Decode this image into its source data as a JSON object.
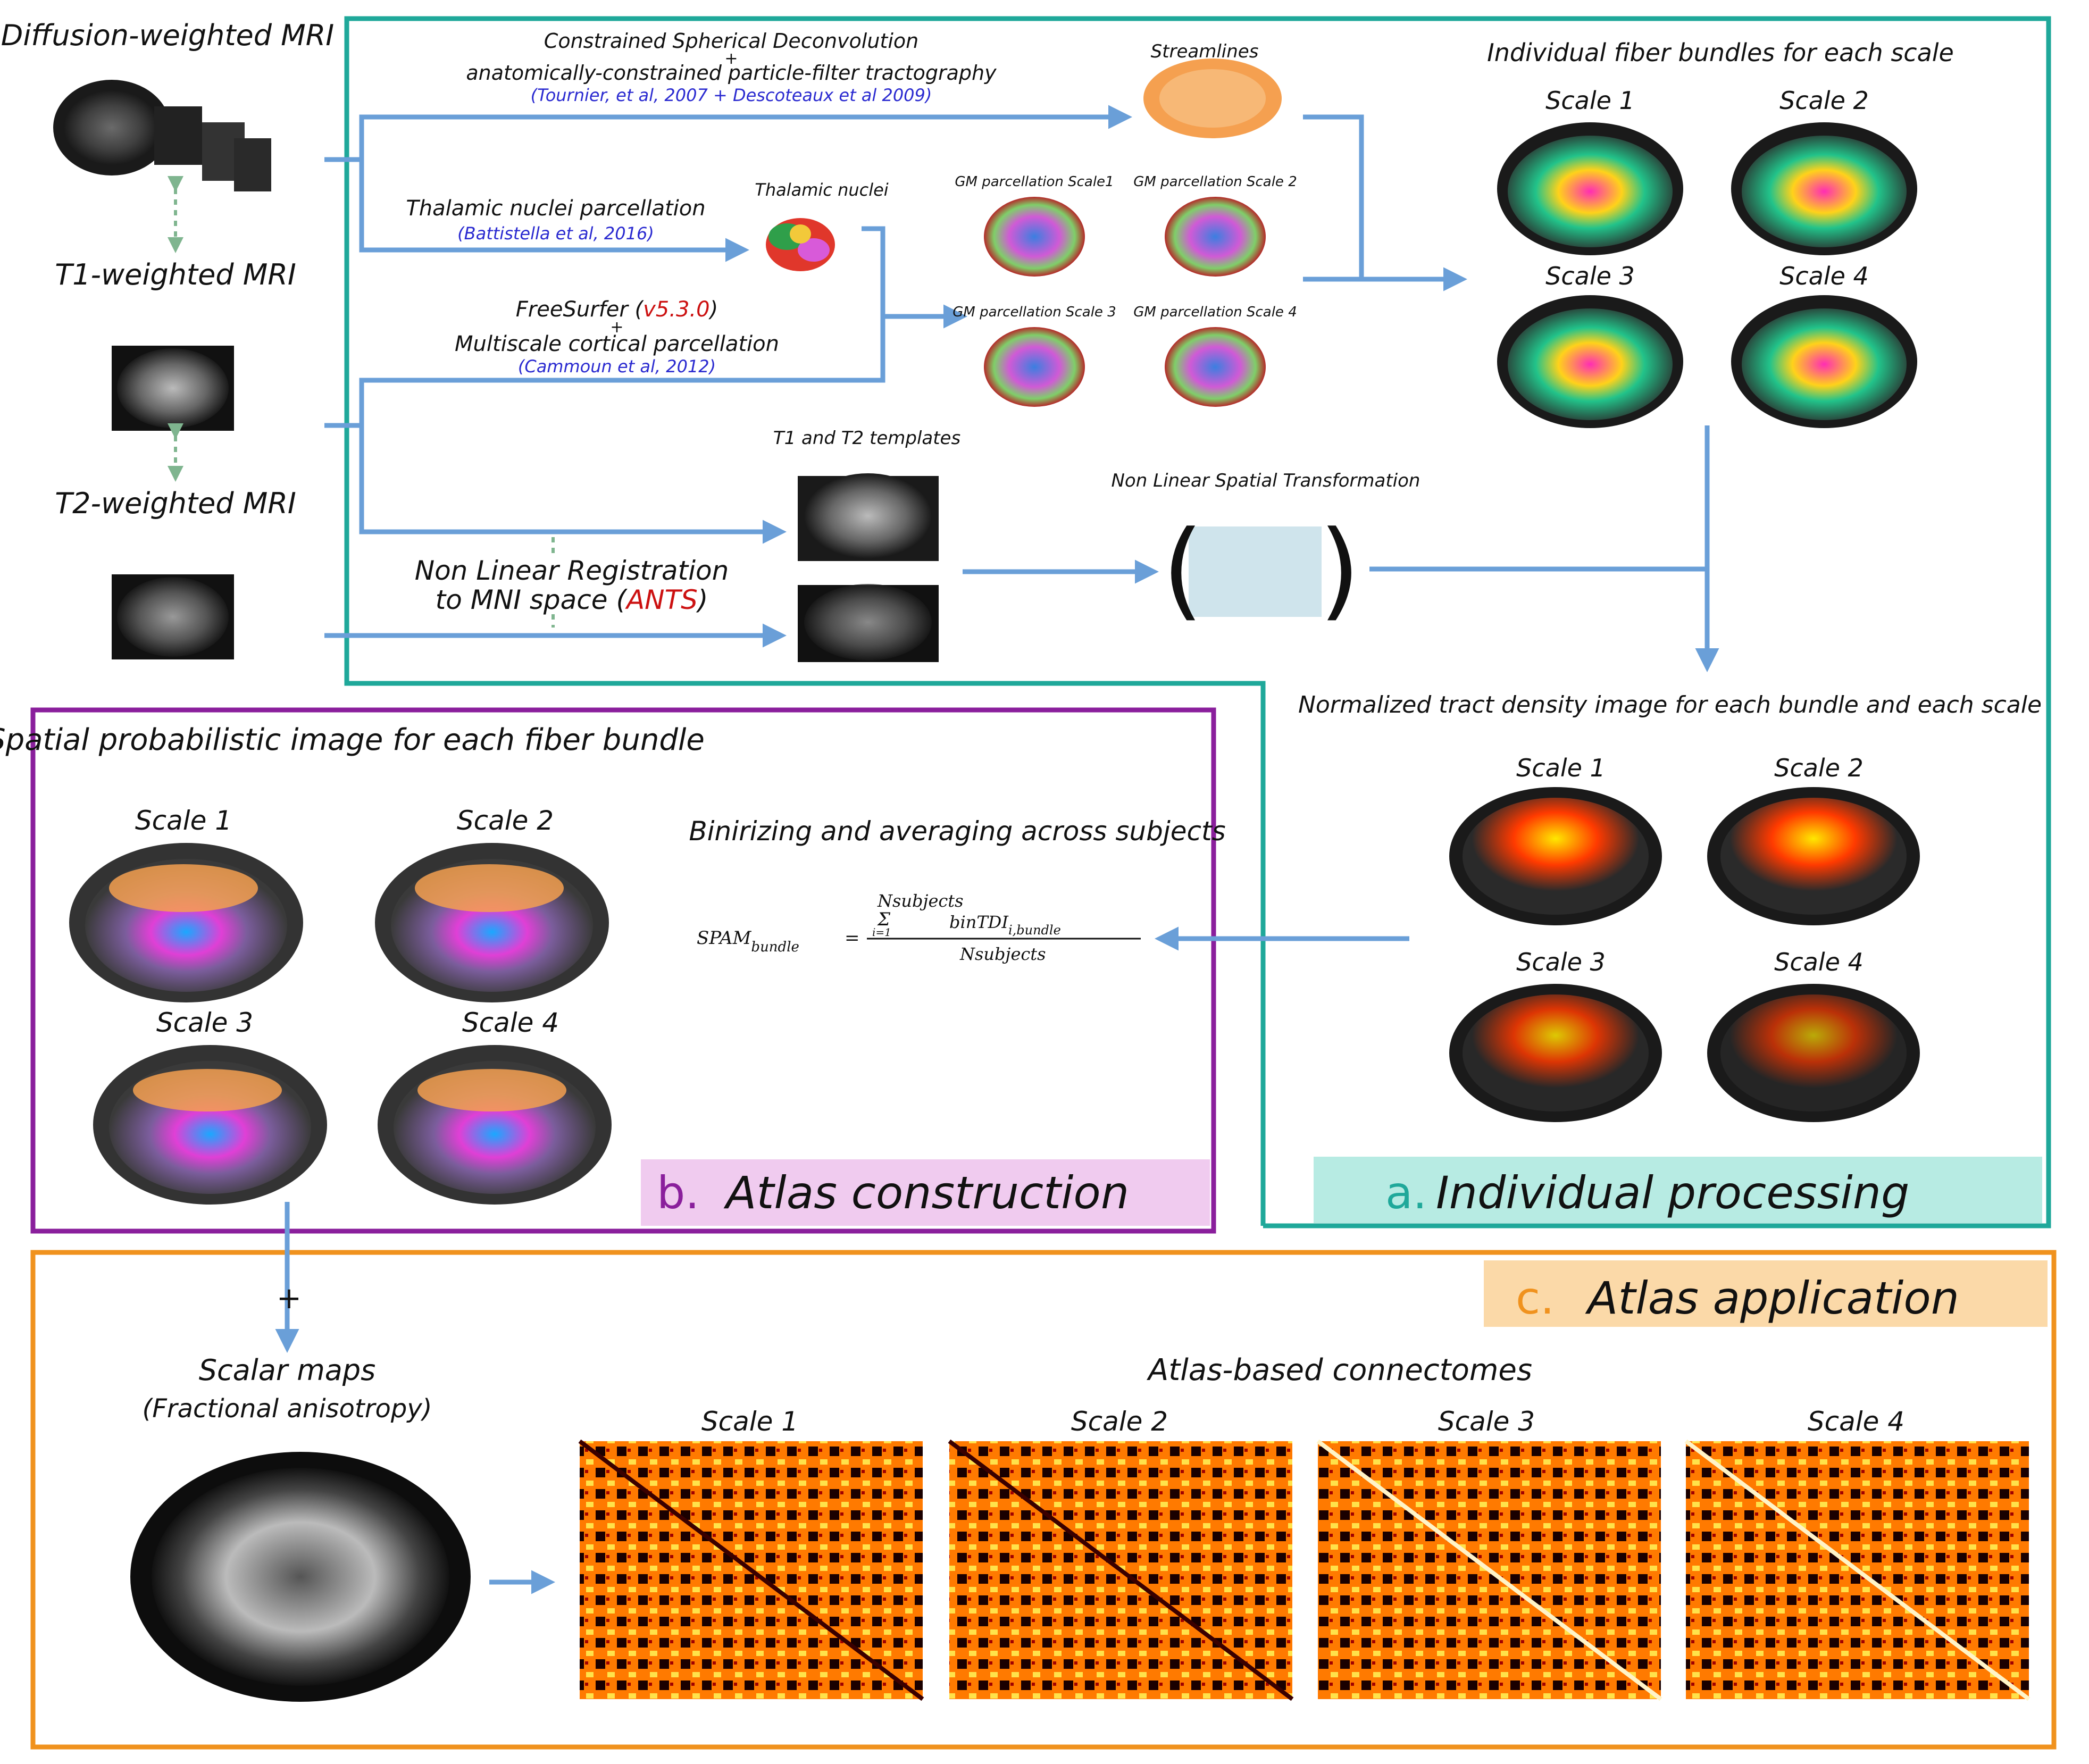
{
  "inputs": {
    "dwi": "Diffusion-weighted MRI",
    "t1": "T1-weighted MRI",
    "t2": "T2-weighted MRI"
  },
  "pipeline": {
    "csd_line1": "Constrained Spherical Deconvolution",
    "plus": "+",
    "csd_line2": "anatomically-constrained particle-filter tractography",
    "csd_cite": "(Tournier, et al, 2007 + Descoteaux et al 2009)",
    "streamlines": "Streamlines",
    "thal_label": "Thalamic nuclei parcellation",
    "thal_cite": "(Battistella et al, 2016)",
    "thal_nuclei": "Thalamic nuclei",
    "fs_label": "FreeSurfer (",
    "fs_version": "v5.3.0",
    "fs_close": ")",
    "multiscale": "Multiscale cortical parcellation",
    "multiscale_cite": "(Cammoun et al, 2012)",
    "gm_parcellations": [
      "GM parcellation Scale1",
      "GM parcellation Scale 2",
      "GM parcellation Scale 3",
      "GM parcellation Scale 4"
    ],
    "templates": "T1 and T2 templates",
    "registration_line1": "Non Linear Registration",
    "registration_line2": "to MNI space (",
    "registration_tool": "ANTS",
    "registration_close": ")",
    "nonlinear_transform": "Non Linear Spatial Transformation",
    "fiber_bundles_title": "Individual fiber bundles for each scale",
    "tdi_title": "Normalized tract density image for each bundle and each scale",
    "scales": [
      "Scale 1",
      "Scale 2",
      "Scale 3",
      "Scale 4"
    ]
  },
  "panel_a": {
    "letter": "a.",
    "title": "Individual processing",
    "color": "#1fa89a",
    "fill": "#b7ebe3"
  },
  "panel_b": {
    "letter": "b.",
    "title": "Atlas construction",
    "color": "#8a1f9c",
    "fill": "#f0cbef",
    "spam_title": "Spatial probabilistic image for each fiber bundle",
    "binarize": "Binirizing and averaging across subjects",
    "formula_lhs": "SPAM",
    "formula_lhs_sub": "bundle",
    "formula_eq": "=",
    "formula_top": "Nsubjects",
    "formula_sum": "Σ",
    "formula_i": "i=1",
    "formula_term": "binTDI",
    "formula_term_sub": "i,bundle",
    "formula_den": "Nsubjects"
  },
  "panel_c": {
    "letter": "c.",
    "title": "Atlas application",
    "color": "#f0921e",
    "fill": "#fbd9a8",
    "plus": "+",
    "scalar_maps": "Scalar maps",
    "scalar_sub": "(Fractional anisotropy)",
    "connectomes_title": "Atlas-based connectomes"
  }
}
